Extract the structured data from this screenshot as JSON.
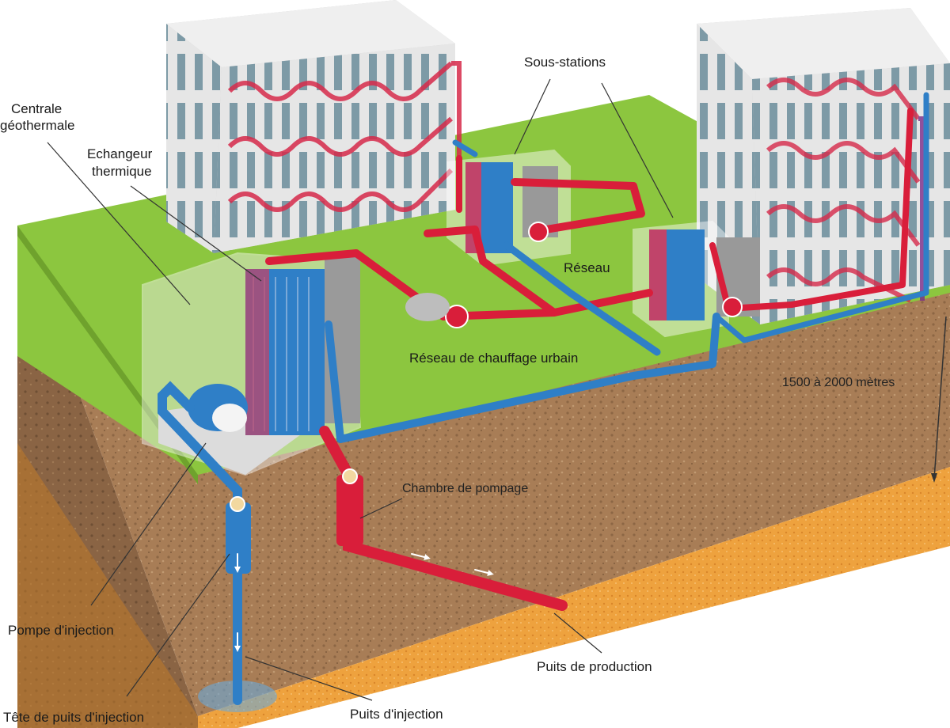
{
  "labels": {
    "centrale_line1": "Centrale",
    "centrale_line2": "géothermale",
    "echangeur_line1": "Echangeur",
    "echangeur_line2": "thermique",
    "sous_stations": "Sous-stations",
    "reseau": "Réseau",
    "reseau_chauffage": "Réseau de chauffage urbain",
    "depth": "1500 à 2000 mètres",
    "chambre_pompage": "Chambre de pompage",
    "pompe_injection": "Pompe d'injection",
    "puits_production": "Puits de production",
    "tete_puits": "Tête de puits d'injection",
    "puits_injection": "Puits d'injection"
  },
  "colors": {
    "hot_pipe": "#d91e3a",
    "cold_pipe": "#2f7fc7",
    "grass": "#8cc63f",
    "soil": "#a57c55",
    "aquifer": "#f0a040",
    "building": "#d9d9d9"
  }
}
